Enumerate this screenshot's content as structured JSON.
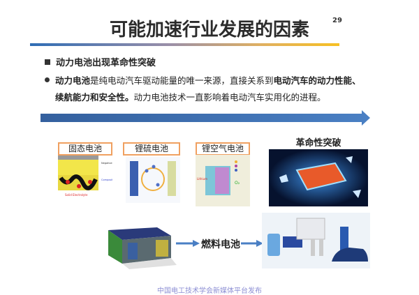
{
  "slide": {
    "title": "可能加速行业发展的因素",
    "page_number": "29"
  },
  "section": {
    "heading": "动力电池出现革命性突破",
    "paragraph": {
      "bold1": "动力电池",
      "text1": "是纯电动汽车驱动能量的唯一来源，直接关系到",
      "bold2": "电动汽车的动力性能、",
      "bold3": "续航能力和安全性。",
      "text2": "动力电池技术一直影响着电动汽车实用化的进程。"
    }
  },
  "batteries": [
    {
      "label": "固态电池"
    },
    {
      "label": "锂硫电池"
    },
    {
      "label": "锂空气电池"
    }
  ],
  "breakthrough": {
    "label": "革命性突破"
  },
  "fuel_cell": {
    "label": "燃料电池"
  },
  "footer": "中国电工技术学会新媒体平台发布",
  "colors": {
    "accent_blue": "#3d6fb0",
    "label_border": "#f0a060",
    "footer": "#8d8fd4"
  }
}
